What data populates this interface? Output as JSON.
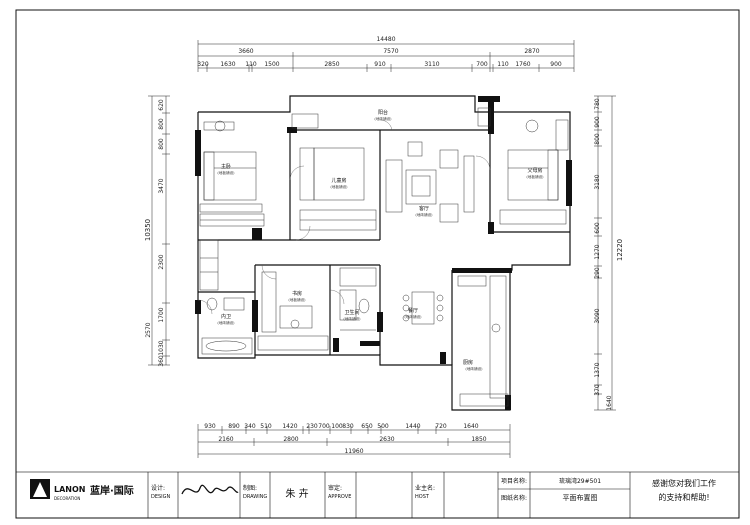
{
  "dimensions": {
    "top_total": "14480",
    "top_mid": [
      "3660",
      "7570",
      "2870"
    ],
    "top_detail": [
      "320",
      "1630",
      "110",
      "1500",
      "2850",
      "910",
      "3110",
      "700",
      "110",
      "1760",
      "900"
    ],
    "bottom_detail": [
      "930",
      "890",
      "340",
      "510",
      "1420",
      "230",
      "700",
      "100",
      "830",
      "650",
      "500",
      "1440",
      "720",
      "1640"
    ],
    "bottom_mid": [
      "2160",
      "2800",
      "2630",
      "1850"
    ],
    "bottom_total": "11960",
    "left_total": "10350",
    "left_detail": [
      "620",
      "800",
      "800",
      "3470",
      "2300",
      "1700",
      "2570",
      "1030",
      "360"
    ],
    "right_total": "12220",
    "right_detail": [
      "780",
      "900",
      "800",
      "3180",
      "600",
      "1270",
      "290",
      "3090",
      "1370",
      "370",
      "1640"
    ]
  },
  "rooms": [
    {
      "name": "主卧",
      "note": "(地板铺设)"
    },
    {
      "name": "儿童房",
      "note": "(地板铺设)"
    },
    {
      "name": "阳台",
      "note": "(地砖铺设)"
    },
    {
      "name": "客厅",
      "note": "(地砖铺设)"
    },
    {
      "name": "父母房",
      "note": "(地板铺设)"
    },
    {
      "name": "书房",
      "note": "(地板铺设)"
    },
    {
      "name": "内卫",
      "note": "(地砖铺设)"
    },
    {
      "name": "卫生间",
      "note": "(地砖铺设)"
    },
    {
      "name": "餐厅",
      "note": "(地砖铺设)"
    },
    {
      "name": "厨房",
      "note": "(地砖铺设)"
    }
  ],
  "title_block": {
    "logo_text": "LANON",
    "logo_sub": "DECORATION",
    "company": "蓝岸·国际",
    "design_label": "设计:",
    "design_label_en": "DESIGN",
    "drawing_label": "制图:",
    "drawing_label_en": "DRAWING",
    "drawing_name": "朱 卉",
    "approve_label": "审定:",
    "approve_label_en": "APPROVE",
    "host_label": "业主名:",
    "host_label_en": "HOST",
    "project_label": "项目名称:",
    "project_value": "琉璃湾29#501",
    "drawing_title_label": "图纸名称:",
    "drawing_title_value": "平面布置图",
    "thanks_line1": "感谢您对我们工作",
    "thanks_line2": "的支持和帮助!"
  }
}
